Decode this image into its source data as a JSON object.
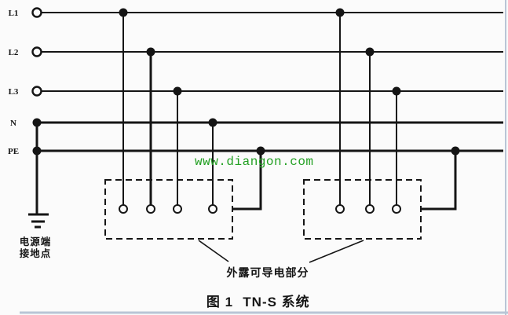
{
  "conductors": {
    "l1": "L1",
    "l2": "L2",
    "l3": "L3",
    "n": "N",
    "pe": "PE"
  },
  "annotations": {
    "source_ground_line1": "电源端",
    "source_ground_line2": "接地点",
    "exposed_parts": "外露可导电部分"
  },
  "caption": {
    "prefix": "图 1",
    "title": "TN-S 系统"
  },
  "watermark": {
    "text": "www.diangon.com",
    "color": "#23a023"
  },
  "colors": {
    "line": "#151515",
    "background": "#fbfbfb",
    "page_border": "#b9c6d6"
  }
}
